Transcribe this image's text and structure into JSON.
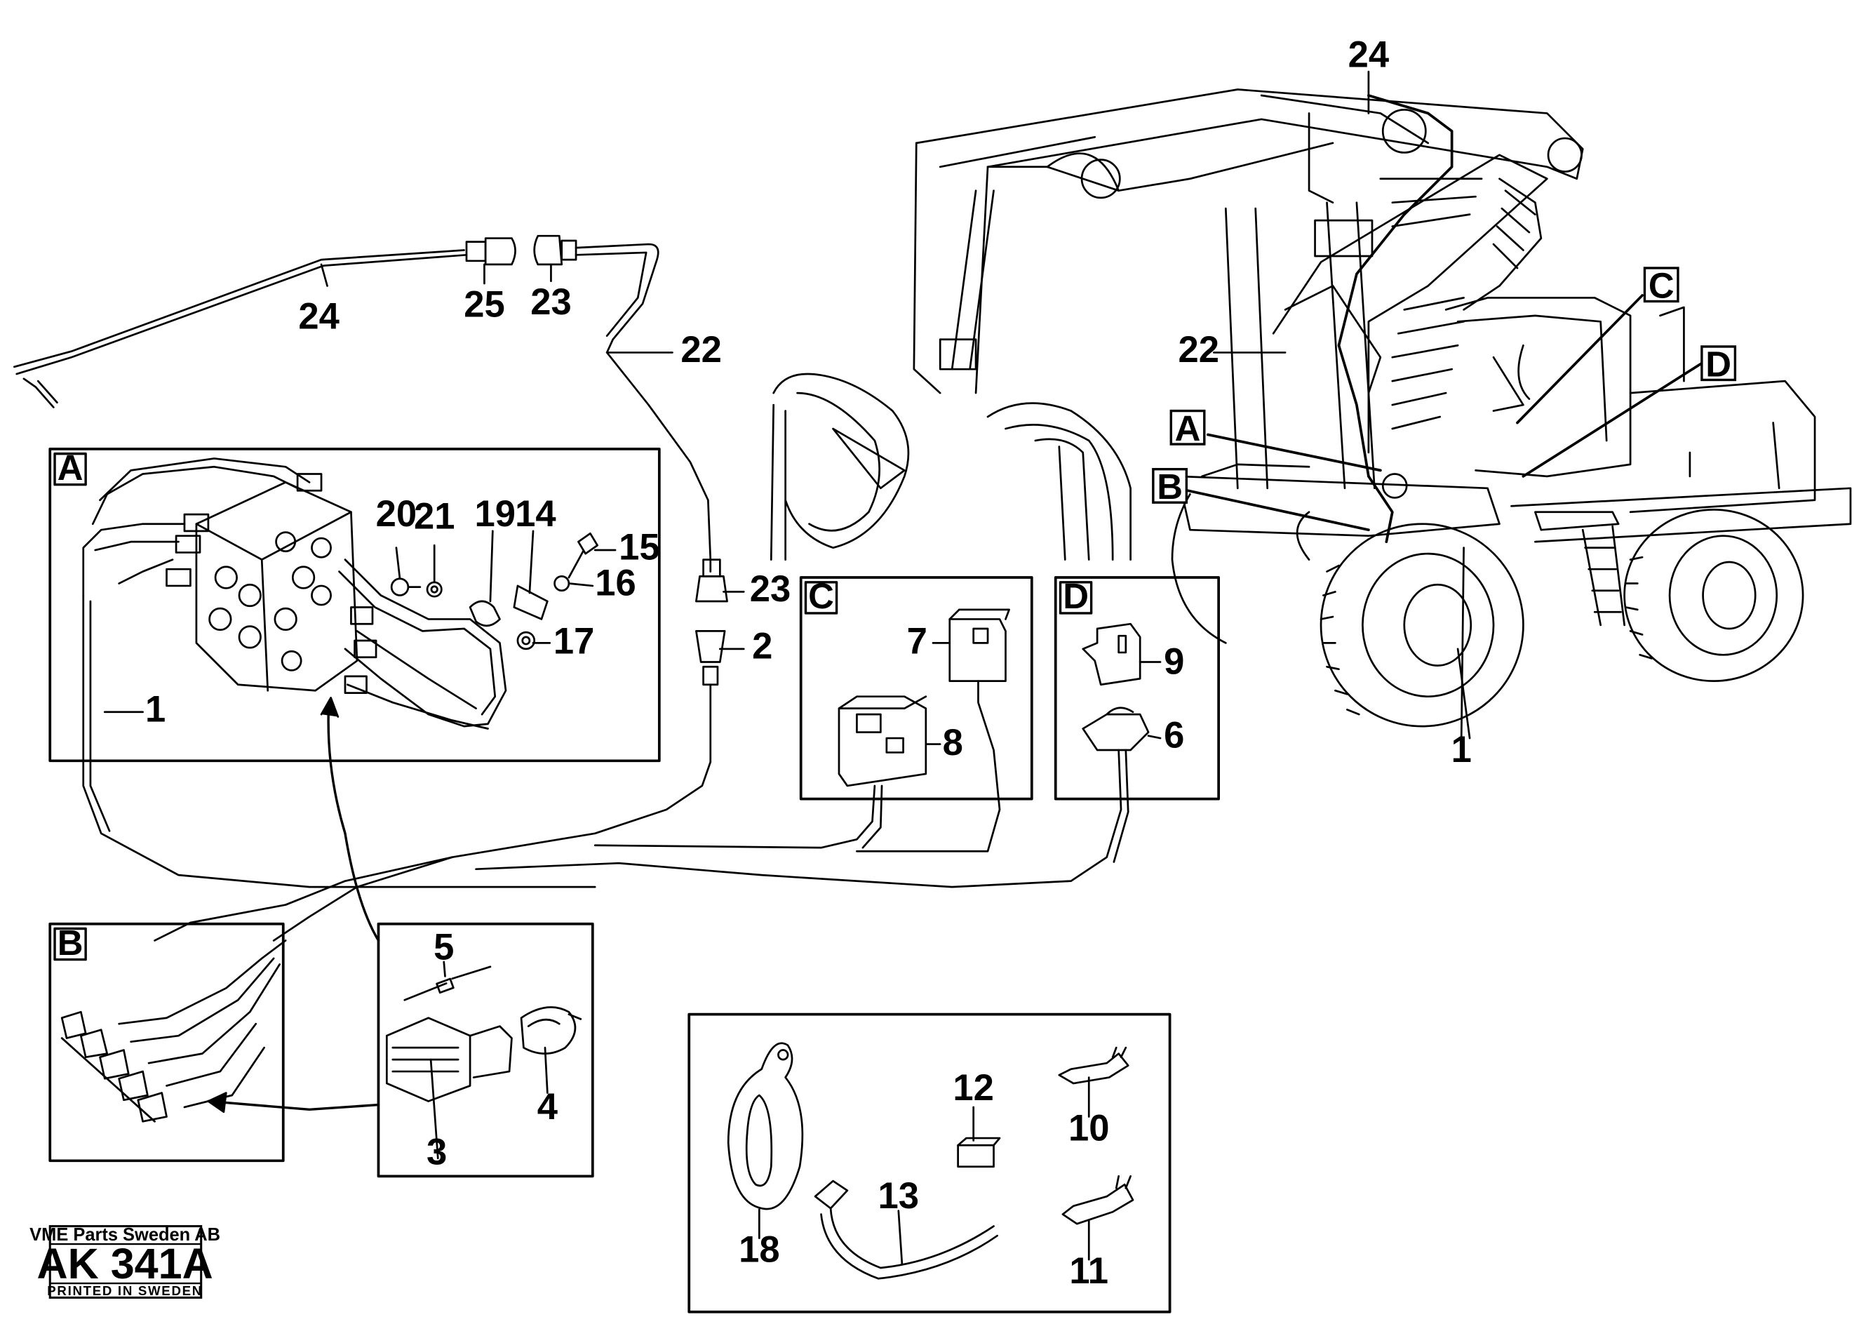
{
  "callouts": {
    "n1_left": "1",
    "n1_right": "1",
    "n2": "2",
    "n3": "3",
    "n4": "4",
    "n5": "5",
    "n6": "6",
    "n7": "7",
    "n8": "8",
    "n9": "9",
    "n10": "10",
    "n11": "11",
    "n12": "12",
    "n13": "13",
    "n14": "14",
    "n15": "15",
    "n16": "16",
    "n17": "17",
    "n18": "18",
    "n19": "19",
    "n20": "20",
    "n21": "21",
    "n22_top": "22",
    "n22_right": "22",
    "n23_top": "23",
    "n23_mid": "23",
    "n24_top": "24",
    "n24_right": "24",
    "n25": "25"
  },
  "boxes": {
    "a": "A",
    "b": "B",
    "c": "C",
    "d": "D",
    "tag_a": "A",
    "tag_b": "B",
    "tag_c": "C",
    "tag_d": "D"
  },
  "stamp": {
    "company": "VME Parts Sweden AB",
    "code": "AK 341A",
    "printed": "PRINTED IN SWEDEN"
  }
}
